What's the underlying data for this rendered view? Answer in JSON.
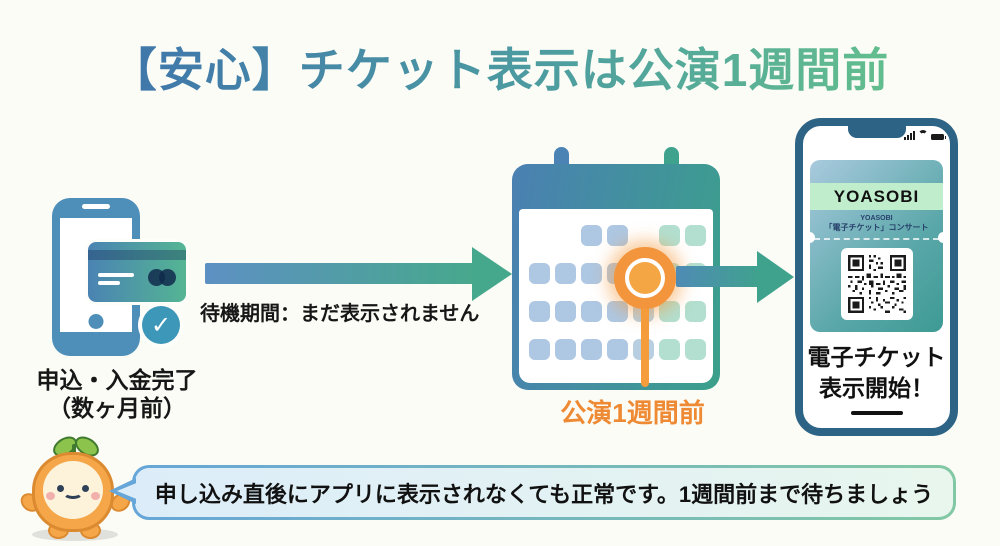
{
  "title": "【安心】チケット表示は公演1週間前",
  "flow": {
    "application": {
      "label_line1": "申込・入金完了",
      "label_line2": "（数ヶ月前）"
    },
    "waiting_arrow_label": "待機期間：まだ表示されません",
    "calendar": {
      "label": "公演1週間前"
    },
    "ticket_phone": {
      "artist_band": "YOASOBI",
      "ticket_title_line1": "YOASOBI",
      "ticket_title_line2": "「電子チケット」コンサート",
      "result_line1": "電子チケット",
      "result_line2": "表示開始！"
    }
  },
  "footer_note": "申し込み直後にアプリに表示されなくても正常です。1週間前まで待ちましょう",
  "icons": {
    "check": "✓"
  },
  "colors": {
    "title_gradient_start": "#3f76ab",
    "title_gradient_end": "#62bd8e",
    "accent_orange": "#ee8a33",
    "arrow_blue": "#5d90c3",
    "arrow_green": "#45a78b",
    "phone_icon_blue": "#4e8fba",
    "phone_frame": "#2d6384",
    "calendar_cell_blue": "#aec7e2",
    "calendar_cell_green": "#b3dfd0",
    "band_green": "#c0eecd",
    "bubble_border_blue": "#66a6d8",
    "bubble_border_green": "#82c8a4"
  }
}
